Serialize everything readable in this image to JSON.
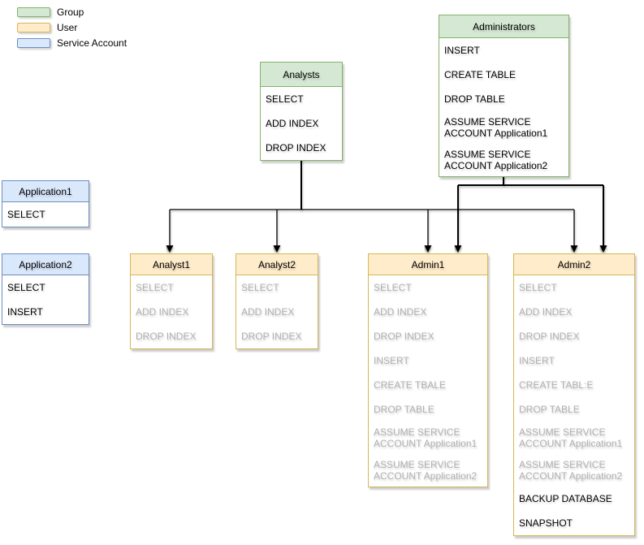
{
  "colors": {
    "group_fill": "#d5e8d4",
    "group_stroke": "#82b366",
    "user_fill": "#ffeccb",
    "user_stroke": "#d6b656",
    "svc_fill": "#dae8fc",
    "svc_stroke": "#6c8ebf",
    "edge_color": "#000000",
    "muted_text": "#b1b1b1"
  },
  "legend": {
    "items": [
      {
        "label": "Group",
        "type": "group"
      },
      {
        "label": "User",
        "type": "user"
      },
      {
        "label": "Service Account",
        "type": "service_account"
      }
    ]
  },
  "nodes": {
    "analysts": {
      "type": "group",
      "title": "Analysts",
      "permissions": [
        {
          "text": "SELECT",
          "muted": false
        },
        {
          "text": "ADD INDEX",
          "muted": false
        },
        {
          "text": "DROP INDEX",
          "muted": false
        }
      ]
    },
    "administrators": {
      "type": "group",
      "title": "Administrators",
      "permissions": [
        {
          "text": "INSERT",
          "muted": false
        },
        {
          "text": "CREATE TABLE",
          "muted": false
        },
        {
          "text": "DROP TABLE",
          "muted": false
        },
        {
          "text": "ASSUME SERVICE ACCOUNT Application1",
          "muted": false
        },
        {
          "text": "ASSUME SERVICE ACCOUNT Application2",
          "muted": false
        }
      ]
    },
    "application1": {
      "type": "service_account",
      "title": "Application1",
      "permissions": [
        {
          "text": "SELECT",
          "muted": false
        }
      ]
    },
    "application2": {
      "type": "service_account",
      "title": "Application2",
      "permissions": [
        {
          "text": "SELECT",
          "muted": false
        },
        {
          "text": "INSERT",
          "muted": false
        }
      ]
    },
    "analyst1": {
      "type": "user",
      "title": "Analyst1",
      "permissions": [
        {
          "text": "SELECT",
          "muted": true
        },
        {
          "text": "ADD INDEX",
          "muted": true
        },
        {
          "text": "DROP INDEX",
          "muted": true
        }
      ]
    },
    "analyst2": {
      "type": "user",
      "title": "Analyst2",
      "permissions": [
        {
          "text": "SELECT",
          "muted": true
        },
        {
          "text": "ADD INDEX",
          "muted": true
        },
        {
          "text": "DROP INDEX",
          "muted": true
        }
      ]
    },
    "admin1": {
      "type": "user",
      "title": "Admin1",
      "permissions": [
        {
          "text": "SELECT",
          "muted": true
        },
        {
          "text": "ADD INDEX",
          "muted": true
        },
        {
          "text": "DROP INDEX",
          "muted": true
        },
        {
          "text": "INSERT",
          "muted": true
        },
        {
          "text": "CREATE TBALE",
          "muted": true
        },
        {
          "text": "DROP TABLE",
          "muted": true
        },
        {
          "text": "ASSUME SERVICE ACCOUNT Application1",
          "muted": true
        },
        {
          "text": "ASSUME SERVICE ACCOUNT Application2",
          "muted": true
        }
      ]
    },
    "admin2": {
      "type": "user",
      "title": "Admin2",
      "permissions": [
        {
          "text": "SELECT",
          "muted": true
        },
        {
          "text": "ADD INDEX",
          "muted": true
        },
        {
          "text": "DROP INDEX",
          "muted": true
        },
        {
          "text": "INSERT",
          "muted": true
        },
        {
          "text": "CREATE TABL:E",
          "muted": true
        },
        {
          "text": "DROP TABLE",
          "muted": true
        },
        {
          "text": "ASSUME SERVICE ACCOUNT Application1",
          "muted": true
        },
        {
          "text": "ASSUME SERVICE ACCOUNT Application2",
          "muted": true
        },
        {
          "text": "BACKUP DATABASE",
          "muted": false
        },
        {
          "text": "SNAPSHOT",
          "muted": false
        }
      ]
    }
  },
  "edges": [
    {
      "from": "Analysts",
      "to": "Analyst1"
    },
    {
      "from": "Analysts",
      "to": "Analyst2"
    },
    {
      "from": "Analysts",
      "to": "Admin1"
    },
    {
      "from": "Analysts",
      "to": "Admin2"
    },
    {
      "from": "Administrators",
      "to": "Admin1"
    },
    {
      "from": "Administrators",
      "to": "Admin2"
    }
  ]
}
